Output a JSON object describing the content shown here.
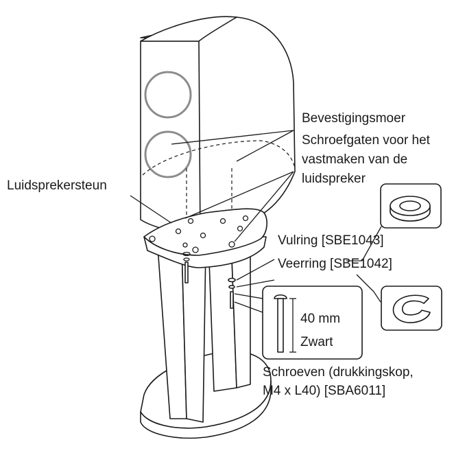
{
  "labels": {
    "nut": "Bevestigingsmoer",
    "holes_line1": "Schroefgaten voor het",
    "holes_line2": "vastmaken van de",
    "holes_line3": "luidspreker",
    "stand": "Luidsprekersteun",
    "washer": "Vulring [SBE1043]",
    "spring": "Veerring [SBE1042]",
    "length": "40 mm",
    "color": "Zwart",
    "screws_line1": "Schroeven (drukkingskop,",
    "screws_line2": "M4 x L40) [SBA6011]"
  }
}
